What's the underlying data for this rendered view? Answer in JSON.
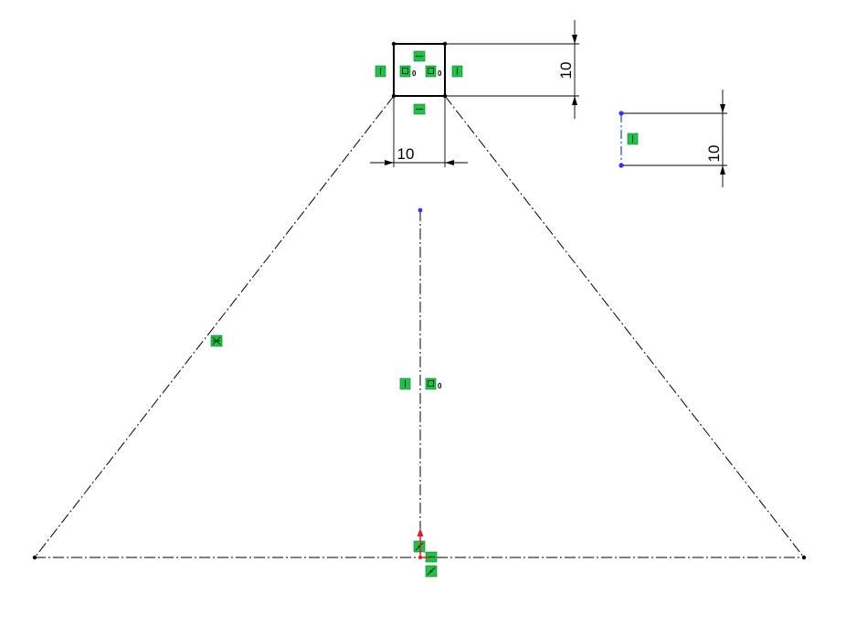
{
  "dimensions": {
    "square_width": "10",
    "square_height": "10",
    "line_length": "10"
  },
  "relations": {
    "equal_subscript": "0"
  },
  "colors": {
    "sketch_geometry": "#000000",
    "selected_geometry": "#2a3fd6",
    "relation_marker": "#22c14a",
    "origin_arrow": "#e02020"
  },
  "icons": [
    "horizontal-relation-icon",
    "vertical-relation-icon",
    "equal-relation-icon",
    "midpoint-relation-icon",
    "coincident-relation-icon",
    "origin-icon"
  ]
}
